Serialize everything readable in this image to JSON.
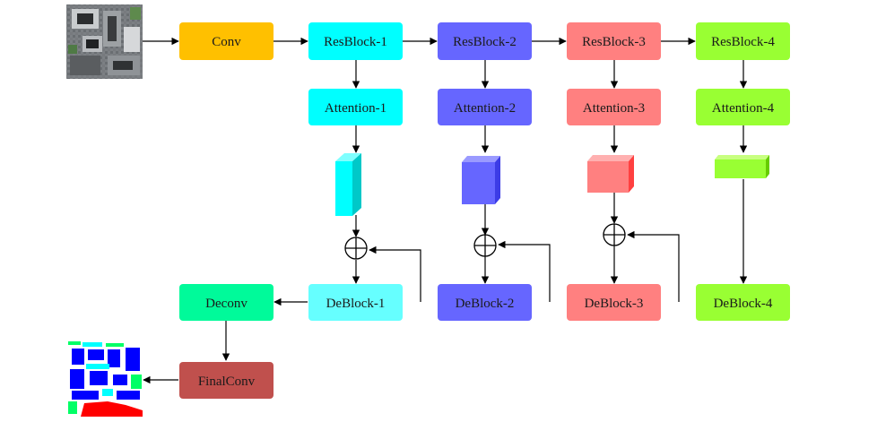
{
  "blocks": {
    "conv": "Conv",
    "resblock_1": "ResBlock-1",
    "resblock_2": "ResBlock-2",
    "resblock_3": "ResBlock-3",
    "resblock_4": "ResBlock-4",
    "attention_1": "Attention-1",
    "attention_2": "Attention-2",
    "attention_3": "Attention-3",
    "attention_4": "Attention-4",
    "deblock_1": "DeBlock-1",
    "deblock_2": "DeBlock-2",
    "deblock_3": "DeBlock-3",
    "deblock_4": "DeBlock-4",
    "deconv": "Deconv",
    "finalconv": "FinalConv"
  },
  "colors": {
    "conv": "#FFC000",
    "stage_1": "#00FFFF",
    "stage_1_deblock": "#66FFFF",
    "stage_2": "#6666FF",
    "stage_3": "#FF8080",
    "stage_4": "#99FF33",
    "deconv": "#00FA9A",
    "finalconv": "#C0504D",
    "arrow": "#000000"
  },
  "icons": {
    "input_image": "aerial-photo-thumbnail",
    "output_image": "segmentation-map-thumbnail",
    "sum_operator": "circled-plus-icon"
  }
}
